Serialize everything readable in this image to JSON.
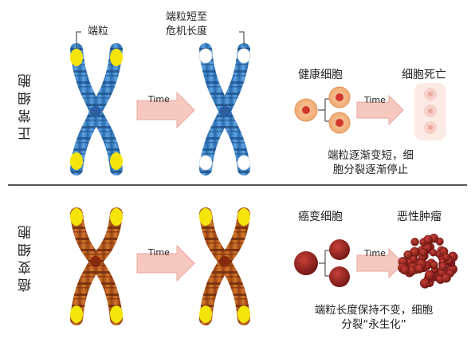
{
  "sections": {
    "normal_label": "正常细胞",
    "cancer_label": "癌变细胞"
  },
  "normal": {
    "telomere_label": "端粒",
    "short_telomere_label_line1": "端粒短至",
    "short_telomere_label_line2": "危机长度",
    "arrow_label": "Time",
    "healthy_cell_label": "健康细胞",
    "dead_cell_label": "细胞死亡",
    "cells_arrow_label": "Time",
    "caption_line1": "端粒逐渐变短，细",
    "caption_line2": "胞分裂逐渐停止"
  },
  "cancer": {
    "arrow_label": "Time",
    "cancer_cell_label": "癌变细胞",
    "tumor_label": "恶性肿瘤",
    "cells_arrow_label": "Time",
    "caption_line1": "端粒长度保持不变，细胞",
    "caption_line2": "分裂“永生化”"
  },
  "colors": {
    "normal_chromatid": "#3a7fc4",
    "normal_band": "#1d4f86",
    "cancer_chromatid": "#b5561c",
    "cancer_band": "#6e2a0c",
    "telomere": "#f5e40a",
    "arrow_fill": "#f7c8c0",
    "divider": "#555555"
  }
}
